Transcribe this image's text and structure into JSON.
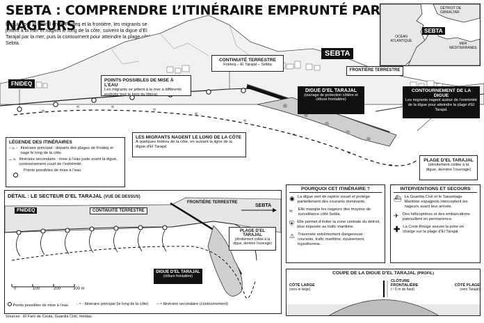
{
  "title": "SEBTA : COMPRENDRE L’ITINÉRAIRE EMPRUNTÉ PAR LES NAGEURS",
  "intro": "Depuis tout le littoral entre Fnideq et la frontière, les migrants se jettent à la mer et nagent le long de la côte, suivent la digue d’El Tarajal par la mer, puis la contournent pour atteindre la plage côté Sebta.",
  "inset": {
    "gibraltar": "DÉTROIT DE GIBRALTAR",
    "sebta": "SEBTA",
    "atlantic": "OCÉAN ATLANTIQUE",
    "med": "MER MÉDITERRANÉE"
  },
  "main": {
    "fnideq": "FNIDEQ",
    "sebta": "SEBTA",
    "continuity_title": "CONTINUITÉ TERRESTRE",
    "continuity_text": "Fnideq – El Tarajal – Sebta",
    "frontier": "FRONTIÈRE TERRESTRE",
    "entry_title": "POINTS POSSIBLES DE MISE À L’EAU",
    "entry_text": "Les migrants se jettent à la mer à différents endroits tout le long du littoral.",
    "digue_title": "DIGUE D’EL TARAJAL",
    "digue_text": "(ouvrage de protection côtière et clôture frontalière)",
    "contour_title": "CONTOURNEMENT DE LA DIGUE",
    "contour_text": "Les migrants nagent autour de l’extrémité de la digue pour atteindre la plage d’El Tarajal.",
    "swim_title": "LES MIGRANTS NAGENT LE LONG DE LA CÔTE",
    "swim_text": "À quelques mètres de la côte, en suivant la ligne de la digue d’El Tarajal.",
    "plage_title": "PLAGE D’EL TARAJAL",
    "plage_text": "(étroitement collée à la digue, derrière l’ouvrage)"
  },
  "legend": {
    "title": "LÉGENDE DES ITINÉRAIRES",
    "main": "Itinéraire principal : départs des plages de Fnideq et nage le long de la côte.",
    "secondary": "Itinéraire secondaire : mise à l’eau juste avant la digue, contournement court de l’extrémité.",
    "points": "Points possibles de mise à l’eau"
  },
  "detail": {
    "title": "DÉTAIL : LE SECTEUR D’EL TARAJAL",
    "subtitle": "(VUE DE DESSUS)",
    "fnideq": "FNIDEQ",
    "continuity": "CONTINUITÉ TERRESTRE",
    "frontier": "FRONTIÈRE TERRESTRE",
    "sebta": "SEBTA",
    "plage_title": "PLAGE D’EL TARAJAL",
    "plage_text": "(étroitement collée à la digue, derrière l’ouvrage)",
    "digue_title": "DIGUE D’EL TARAJAL",
    "digue_text": "(clôture frontalière)",
    "scale": [
      "0",
      "100",
      "200",
      "300 m"
    ],
    "legend_points": "Points possibles de mise à l’eau",
    "legend_main": "Itinéraire principal (le long de la côte)",
    "legend_secondary": "Itinéraire secondaire (contournement)"
  },
  "why": {
    "title": "POURQUOI CET ITINÉRAIRE ?",
    "items": [
      "La digue sert de repère visuel et protège partiellement des courants dominants.",
      "Elle masque les nageurs des moyens de surveillance côté Sebta.",
      "Elle permet d’éviter la zone centrale du détroit, plus exposée au trafic maritime.",
      "Traversée extrêmement dangereuse : courants, trafic maritime, épuisement, hypothermie."
    ]
  },
  "rescue": {
    "title": "INTERVENTIONS ET SECOURS",
    "items": [
      "La Guardia Civil et le Sauvetage Maritime espagnols interceptent les nageurs avant leur arrivée.",
      "Des hélicoptères et des embarcations patrouillent en permanence.",
      "La Croix-Rouge assure la prise en charge sur la plage d’El Tarajal."
    ]
  },
  "profile": {
    "title": "COUPE DE LA DIGUE D’EL TARAJAL",
    "subtitle": "(PROFIL)",
    "left_title": "CÔTÉ LARGE",
    "left_text": "(vers le large)",
    "center_title": "CLÔTURE FRONTALIÈRE",
    "center_text": "(~ 6 m de haut)",
    "right_title": "CÔTÉ PLAGE",
    "right_text": "(vers Tarajal)"
  },
  "sources": "Sources : El Faro de Ceuta, Guardia Civil, médias."
}
